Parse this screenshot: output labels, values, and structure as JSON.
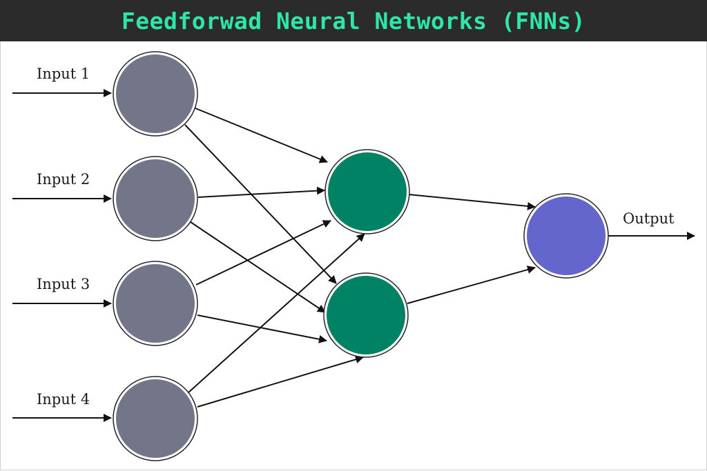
{
  "title": "Feedforwad Neural Networks (FNNs)",
  "colors": {
    "title_bar_bg": "#2b2b2b",
    "title_text": "#2ee6a6",
    "input_node": "#727688",
    "hidden_node": "#008264",
    "output_node": "#6566cc",
    "edge": "#111111"
  },
  "inputs": [
    {
      "label": "Input 1"
    },
    {
      "label": "Input 2"
    },
    {
      "label": "Input 3"
    },
    {
      "label": "Input 4"
    }
  ],
  "hidden": [
    {
      "name": "hidden-node-1"
    },
    {
      "name": "hidden-node-2"
    }
  ],
  "output": {
    "label": "Output"
  }
}
